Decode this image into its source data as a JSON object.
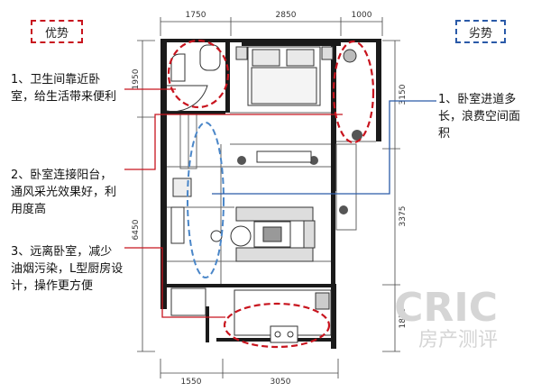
{
  "advantage_tag": "优势",
  "disadvantage_tag": "劣势",
  "advantages": [
    "1、卫生间靠近卧室，给生活带来便利",
    "2、卧室连接阳台，通风采光效果好，利用度高",
    "3、远离卧室，减少油烟污染，L型厨房设计，操作更方便"
  ],
  "disadvantages": [
    "1、卧室进道多长，浪费空间面积"
  ],
  "dimensions": {
    "top": [
      "1750",
      "2850",
      "1000"
    ],
    "bottom": [
      "1550",
      "3050"
    ],
    "left": [
      "1950",
      "6450"
    ],
    "right": [
      "3150",
      "3375",
      "1875"
    ]
  },
  "watermark": {
    "brand": "CRIC",
    "sub": "房产测评"
  },
  "colors": {
    "advantage": "#c8141e",
    "disadvantage": "#2a5aa8",
    "wall": "#1a1a1a"
  }
}
